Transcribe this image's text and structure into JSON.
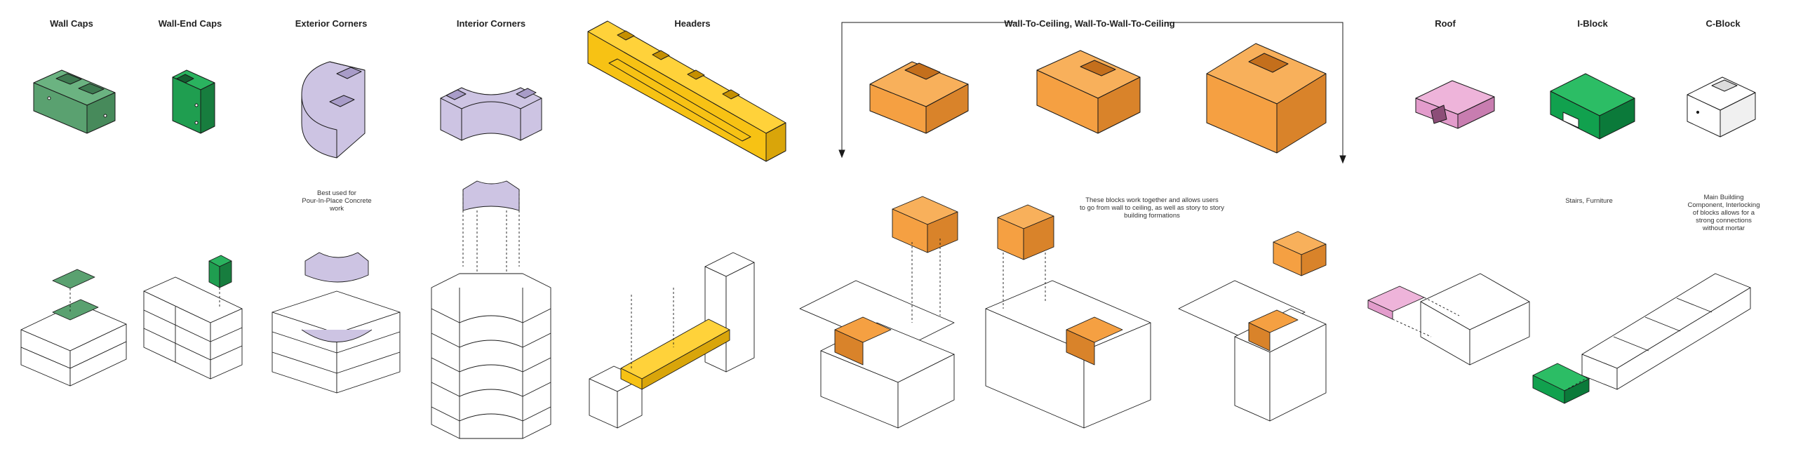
{
  "columns": [
    {
      "title": "Wall Caps"
    },
    {
      "title": "Wall-End Caps"
    },
    {
      "title": "Exterior Corners"
    },
    {
      "title": "Interior Corners"
    },
    {
      "title": "Headers"
    },
    {
      "title": "Wall-To-Ceiling, Wall-To-Wall-To-Ceiling"
    },
    {
      "title": "Roof"
    },
    {
      "title": "I-Block"
    },
    {
      "title": "C-Block"
    }
  ],
  "notes": {
    "exterior_corners": [
      "Best used for",
      "Pour-In-Place Concrete",
      "work"
    ],
    "wall_to_ceiling": [
      "These blocks work together and allows users",
      "to go from wall to ceiling, as well as story to story",
      "building formations"
    ],
    "i_block": [
      "Stairs, Furniture"
    ],
    "c_block": [
      "Main Building Component, Interlocking",
      "of blocks allows for a strong connections",
      "without mortar"
    ]
  },
  "colors": {
    "wall_caps": "#5aa170",
    "wall_end_caps": "#1f9e50",
    "corners": "#cdc4e3",
    "headers": "#f7c214",
    "wall_to_ceiling": "#f5a042",
    "roof": "#e39ccc",
    "i_block": "#11a14e",
    "c_block": "#ffffff",
    "line": "#1a1a1a"
  },
  "icons": [
    "bracket-arrow-left-icon",
    "bracket-arrow-right-icon"
  ]
}
